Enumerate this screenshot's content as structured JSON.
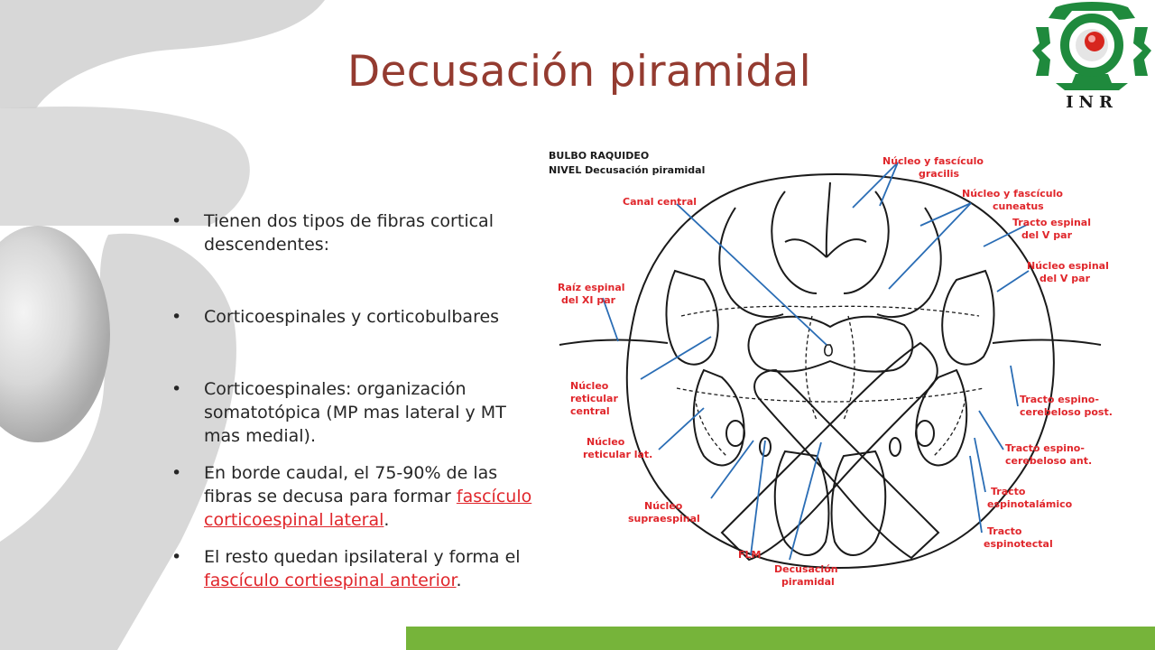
{
  "slide": {
    "title": "Decusación piramidal",
    "logo_text": "INR"
  },
  "bullets": {
    "b1": "Tienen dos tipos de fibras cortical descendentes:",
    "b2": "Corticoespinales y corticobulbares",
    "b3": "Corticoespinales: organización somatotópica (MP mas lateral y MT mas medial).",
    "b4_text": "En borde caudal,  el 75-90% de las fibras  se decusa  para formar ",
    "b4_link": "fascículo corticoespinal lateral",
    "b4_end": ".",
    "b5_text": "El  resto quedan ipsilateral y forma el ",
    "b5_link": "fascículo cortiespinal anterior",
    "b5_end": "."
  },
  "diagram": {
    "heading_1": "BULBO RAQUIDEO",
    "heading_2": "NIVEL Decusación piramidal",
    "labels": {
      "canal_central": "Canal central",
      "gracilis_1": "Núcleo y fascículo",
      "gracilis_2": "gracilis",
      "cuneatus_1": "Núcleo y fascículo",
      "cuneatus_2": "cuneatus",
      "tracto_v_1": "Tracto espinal",
      "tracto_v_2": "del V par",
      "nucleo_v_1": "Núcleo espinal",
      "nucleo_v_2": "del V par",
      "raiz_xi_1": "Raíz espinal",
      "raiz_xi_2": "del XI par",
      "reticular_central_1": "Núcleo",
      "reticular_central_2": "reticular",
      "reticular_central_3": "central",
      "reticular_lat_1": "Núcleo",
      "reticular_lat_2": "reticular lat.",
      "supraespinal_1": "Núcleo",
      "supraespinal_2": "supraespinal",
      "flm": "FLM",
      "decusacion_1": "Decusación",
      "decusacion_2": "piramidal",
      "cerebeloso_post_1": "Tracto espino-",
      "cerebeloso_post_2": "cerebeloso post.",
      "cerebeloso_ant_1": "Tracto espino-",
      "cerebeloso_ant_2": "cerebeloso ant.",
      "espinotalamico_1": "Tracto",
      "espinotalamico_2": "espinotalámico",
      "espinotectal_1": "Tracto",
      "espinotectal_2": "espinotectal"
    }
  },
  "colors": {
    "title": "#943b30",
    "label_red": "#e0262b",
    "pointer_blue": "#2a6db5",
    "band_green": "#76b43a"
  }
}
